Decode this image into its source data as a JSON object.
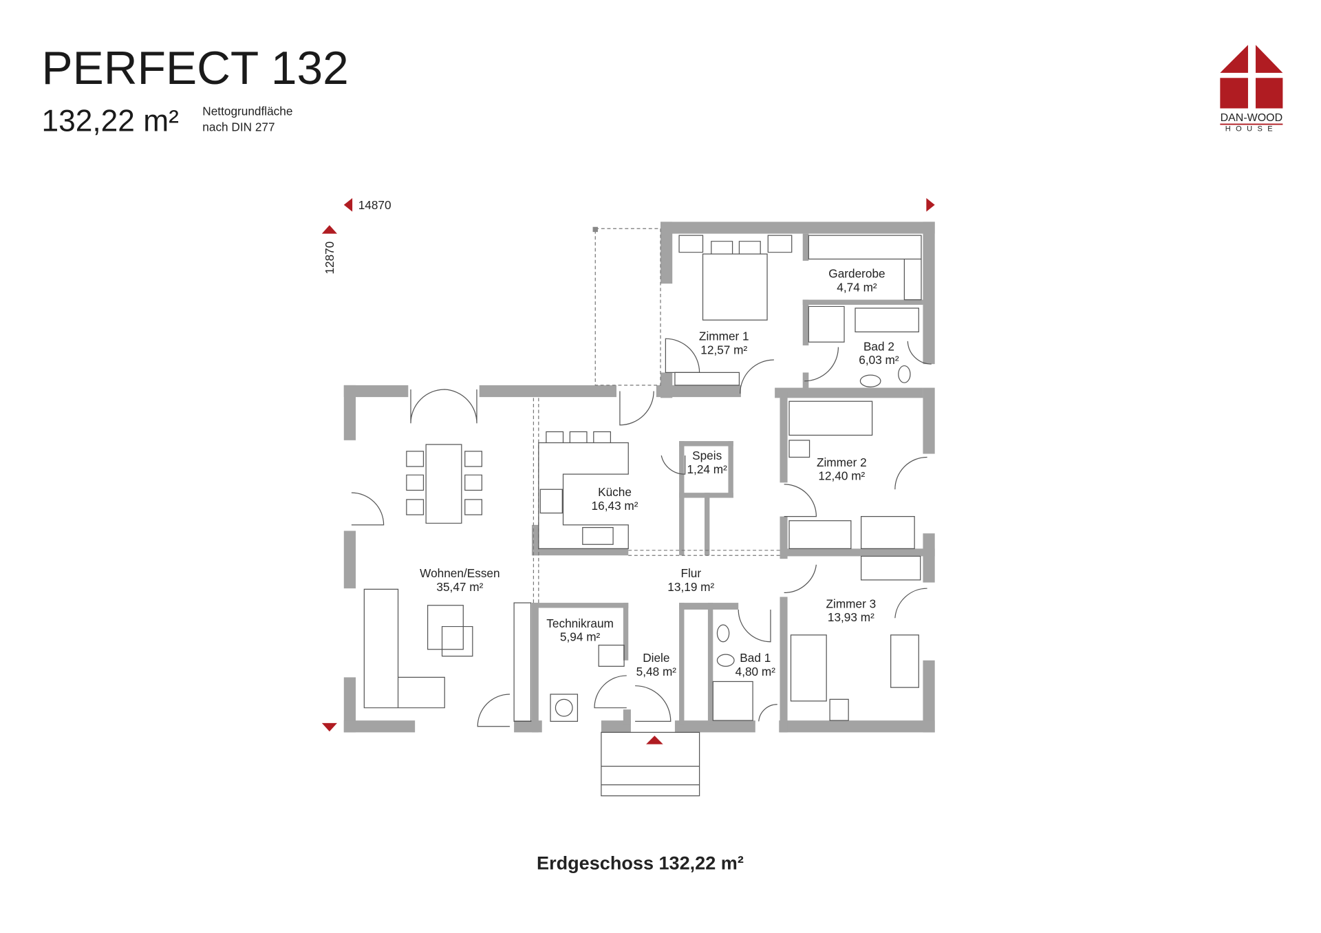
{
  "header": {
    "title": "PERFECT 132",
    "area": "132,22 m²",
    "area_note_line1": "Nettogrundfläche",
    "area_note_line2": "nach DIN 277"
  },
  "logo": {
    "brand": "DAN-WOOD",
    "sub": "HOUSE"
  },
  "dimensions": {
    "width": "14870",
    "depth": "12870"
  },
  "rooms": [
    {
      "name": "Zimmer 1",
      "area": "12,57 m²"
    },
    {
      "name": "Garderobe",
      "area": "4,74 m²"
    },
    {
      "name": "Bad 2",
      "area": "6,03 m²"
    },
    {
      "name": "Speis",
      "area": "1,24 m²"
    },
    {
      "name": "Küche",
      "area": "16,43 m²"
    },
    {
      "name": "Zimmer 2",
      "area": "12,40 m²"
    },
    {
      "name": "Wohnen/Essen",
      "area": "35,47 m²"
    },
    {
      "name": "Flur",
      "area": "13,19 m²"
    },
    {
      "name": "Zimmer 3",
      "area": "13,93 m²"
    },
    {
      "name": "Technikraum",
      "area": "5,94 m²"
    },
    {
      "name": "Diele",
      "area": "5,48 m²"
    },
    {
      "name": "Bad 1",
      "area": "4,80 m²"
    }
  ],
  "footer": {
    "caption": "Erdgeschoss 132,22 m²"
  },
  "colors": {
    "accent": "#b01c22",
    "wall": "#a3a3a3"
  }
}
